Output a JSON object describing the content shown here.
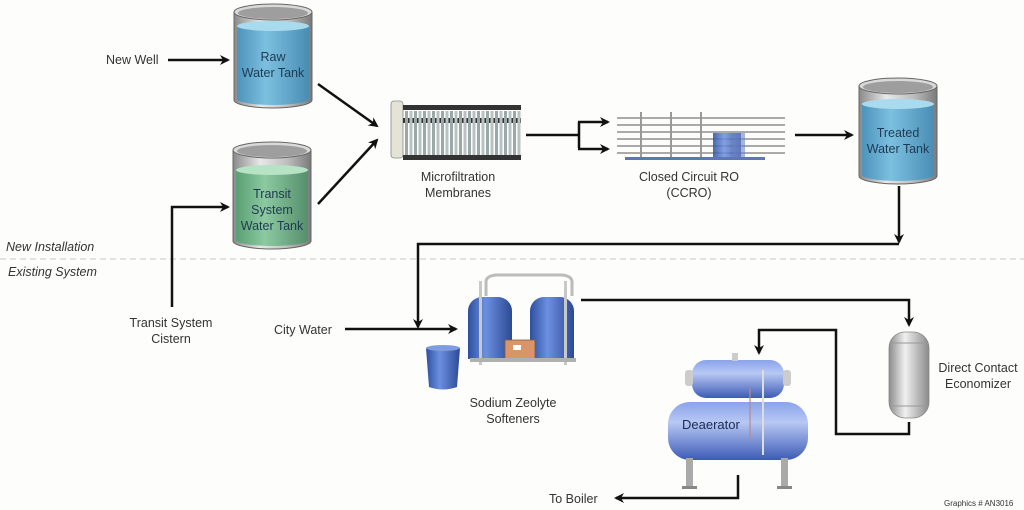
{
  "sections": {
    "new_installation": "New Installation",
    "existing_system": "Existing System"
  },
  "sources": {
    "new_well": "New Well",
    "transit_cistern_line1": "Transit System",
    "transit_cistern_line2": "Cistern",
    "city_water": "City Water"
  },
  "equipment": {
    "raw_tank": {
      "line1": "Raw",
      "line2": "Water Tank",
      "color": "#5fa8cf"
    },
    "transit_tank": {
      "line1": "Transit",
      "line2": "System",
      "line3": "Water Tank",
      "color": "#6fb88a"
    },
    "microfiltration": {
      "line1": "Microfiltration",
      "line2": "Membranes"
    },
    "ccro": {
      "line1": "Closed Circuit RO",
      "line2": "(CCRO)"
    },
    "treated_tank": {
      "line1": "Treated",
      "line2": "Water Tank",
      "color": "#5fa8cf"
    },
    "softeners": {
      "line1": "Sodium Zeolyte",
      "line2": "Softeners",
      "color": "#3f67b8"
    },
    "economizer": {
      "line1": "Direct Contact",
      "line2": "Economizer"
    },
    "deaerator": {
      "label": "Deaerator",
      "color": "#5a79cc"
    }
  },
  "outputs": {
    "to_boiler": "To Boiler"
  },
  "footer": {
    "graphics_id": "Graphics # AN3016"
  }
}
